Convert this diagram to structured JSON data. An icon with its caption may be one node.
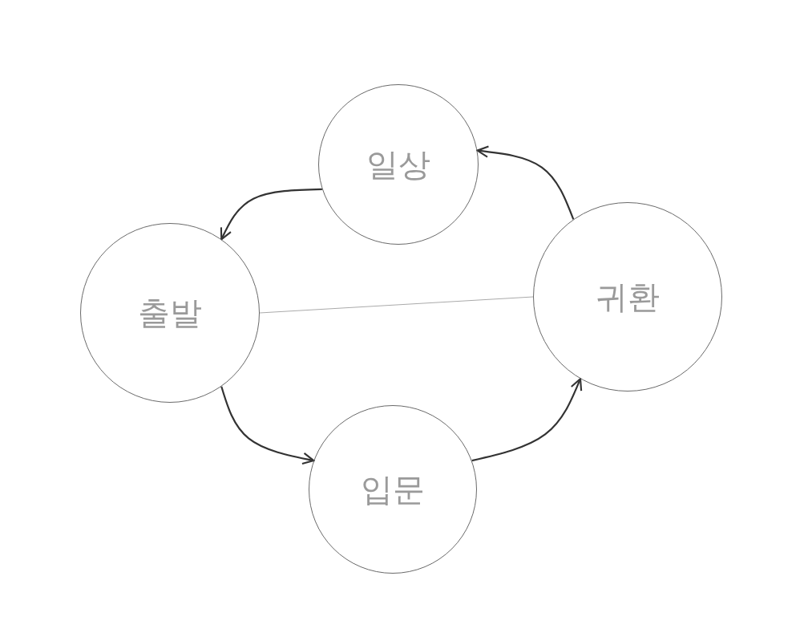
{
  "diagram": {
    "nodes": [
      {
        "text": [
          "일상"
        ]
      },
      {
        "text": [
          "출발"
        ]
      },
      {
        "text": [
          "귀환"
        ]
      },
      {
        "text": [
          "입문"
        ]
      }
    ],
    "edges": [
      {
        "from": 0,
        "to": 1,
        "arrow": "to"
      },
      {
        "from": 1,
        "to": 3,
        "arrow": "to"
      },
      {
        "from": 3,
        "to": 2,
        "arrow": "to"
      },
      {
        "from": 2,
        "to": 0,
        "arrow": "to"
      },
      {
        "from": 1,
        "to": 2,
        "arrow": "none",
        "color": "#aaaaaa"
      }
    ]
  }
}
